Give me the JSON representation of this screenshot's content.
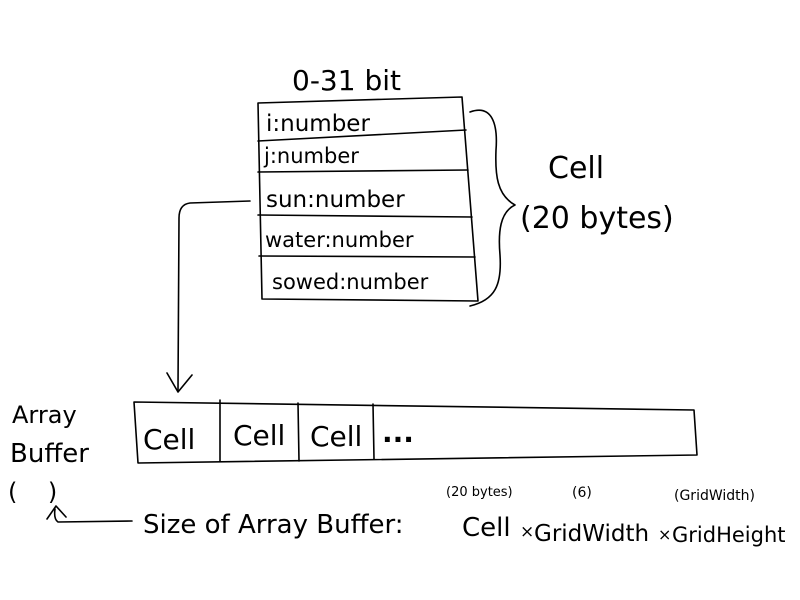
{
  "struct": {
    "header": "0-31 bit",
    "fields": [
      "i:number",
      "j:number",
      "sun:number",
      "water:number",
      "sowed:number"
    ],
    "group_label": "Cell",
    "group_size": "(20 bytes)"
  },
  "buffer": {
    "label_line1": "Array",
    "label_line2": "Buffer",
    "cells": [
      "Cell",
      "Cell",
      "Cell"
    ],
    "ellipsis": "..."
  },
  "formula": {
    "prefix": "Size of Array Buffer:",
    "term1": "Cell",
    "term1_note": "(20 bytes)",
    "times1": "×",
    "term2": "GridWidth",
    "term2_note": "(6)",
    "times2": "×",
    "term3": "GridHeight",
    "term3_note": "(GridWidth)",
    "paren_pair": "(    )"
  }
}
